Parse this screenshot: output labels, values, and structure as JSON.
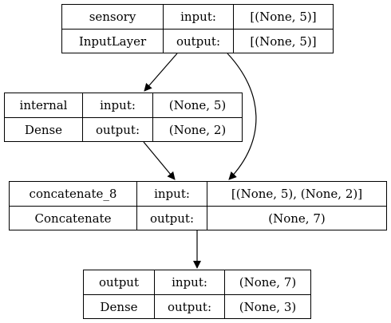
{
  "nodes": {
    "sensory": {
      "name": "sensory",
      "type": "InputLayer",
      "input_label": "input:",
      "input_shape": "[(None, 5)]",
      "output_label": "output:",
      "output_shape": "[(None, 5)]"
    },
    "internal": {
      "name": "internal",
      "type": "Dense",
      "input_label": "input:",
      "input_shape": "(None, 5)",
      "output_label": "output:",
      "output_shape": "(None, 2)"
    },
    "concat": {
      "name": "concatenate_8",
      "type": "Concatenate",
      "input_label": "input:",
      "input_shape": "[(None, 5), (None, 2)]",
      "output_label": "output:",
      "output_shape": "(None, 7)"
    },
    "output": {
      "name": "output",
      "type": "Dense",
      "input_label": "input:",
      "input_shape": "(None, 7)",
      "output_label": "output:",
      "output_shape": "(None, 3)"
    }
  },
  "edges": [
    {
      "from": "sensory",
      "to": "internal"
    },
    {
      "from": "sensory",
      "to": "concat"
    },
    {
      "from": "internal",
      "to": "concat"
    },
    {
      "from": "concat",
      "to": "output"
    }
  ]
}
